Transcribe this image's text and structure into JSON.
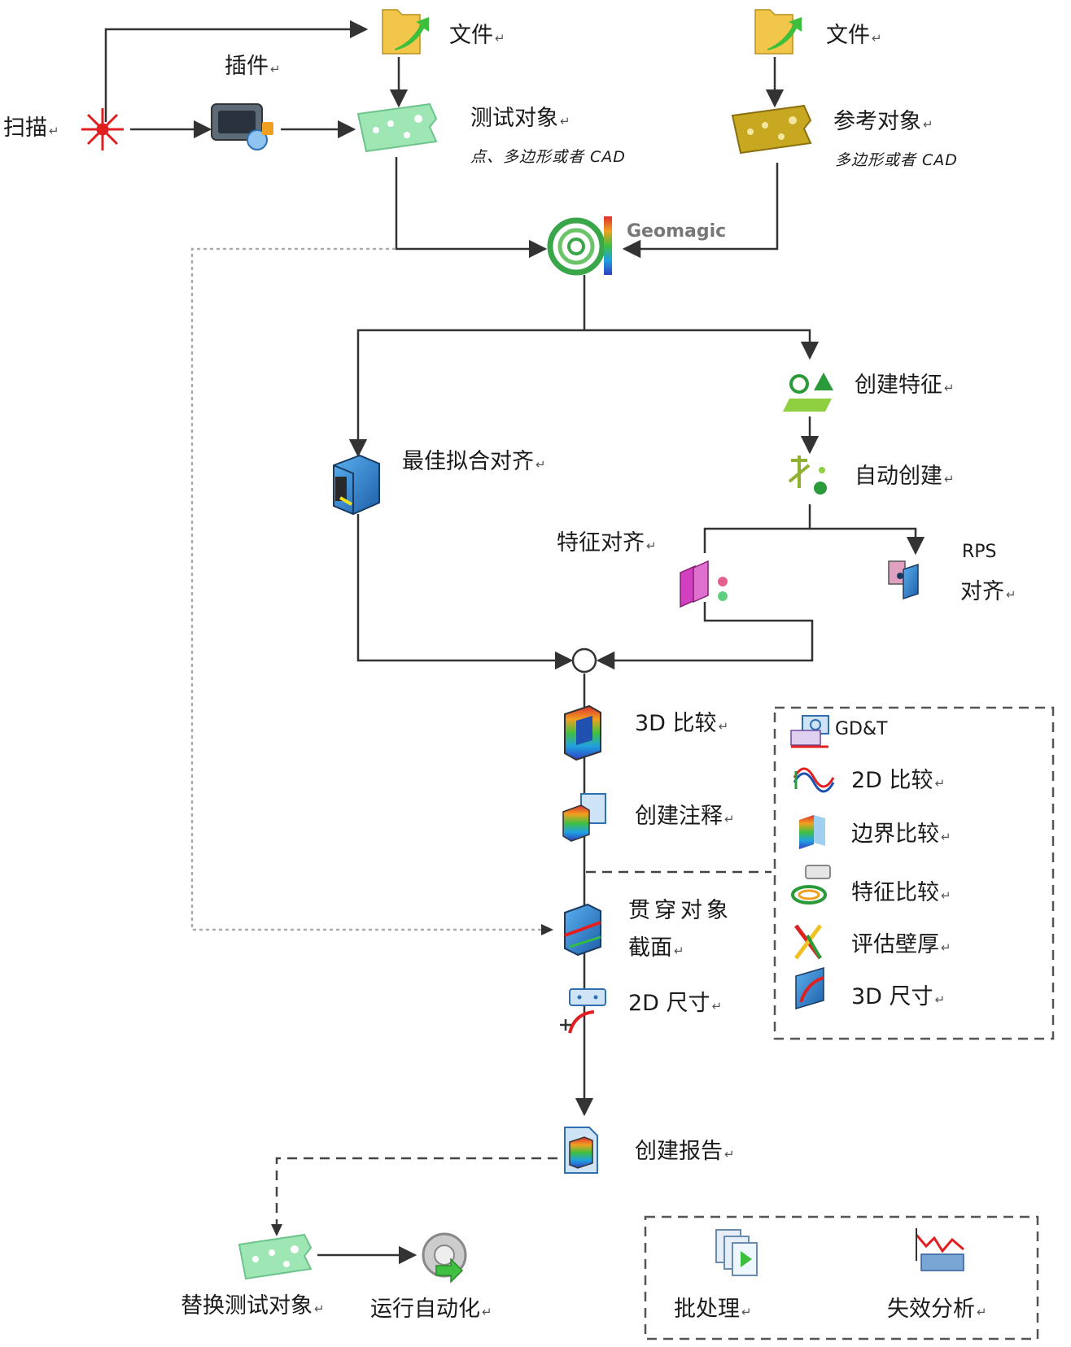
{
  "top": {
    "file_left": "文件",
    "file_right": "文件",
    "plugin": "插件",
    "scan": "扫描",
    "test_object": "测试对象",
    "test_object_sub": "点、多边形或者 CAD",
    "reference_object": "参考对象",
    "reference_object_sub": "多边形或者 CAD",
    "geomagic": "Geomagic"
  },
  "alignment": {
    "best_fit": "最佳拟合对齐",
    "create_feature": "创建特征",
    "auto_create": "自动创建",
    "feature_align": "特征对齐",
    "rps_line1": "RPS",
    "rps_line2": "对齐"
  },
  "analysis": {
    "compare_3d": "3D 比较",
    "annotation": "创建注释",
    "cross_section_line1": "贯穿对象",
    "cross_section_line2": "截面",
    "dimension_2d": "2D 尺寸",
    "report": "创建报告"
  },
  "panel": {
    "gdt": "GD&T",
    "compare_2d": "2D 比较",
    "boundary_compare": "边界比较",
    "feature_compare": "特征比较",
    "wall_thickness": "评估壁厚",
    "dimension_3d": "3D 尺寸"
  },
  "bottom": {
    "replace_test": "替换测试对象",
    "run_automation": "运行自动化",
    "batch": "批处理",
    "failure_analysis": "失效分析"
  },
  "return_mark": "↵",
  "colors": {
    "line": "#333333",
    "dotted": "#aaaaaa",
    "test_green": "#9ee6b4",
    "reference_gold": "#c8a820",
    "folder": "#f2c64a",
    "laser_red": "#e02020"
  }
}
